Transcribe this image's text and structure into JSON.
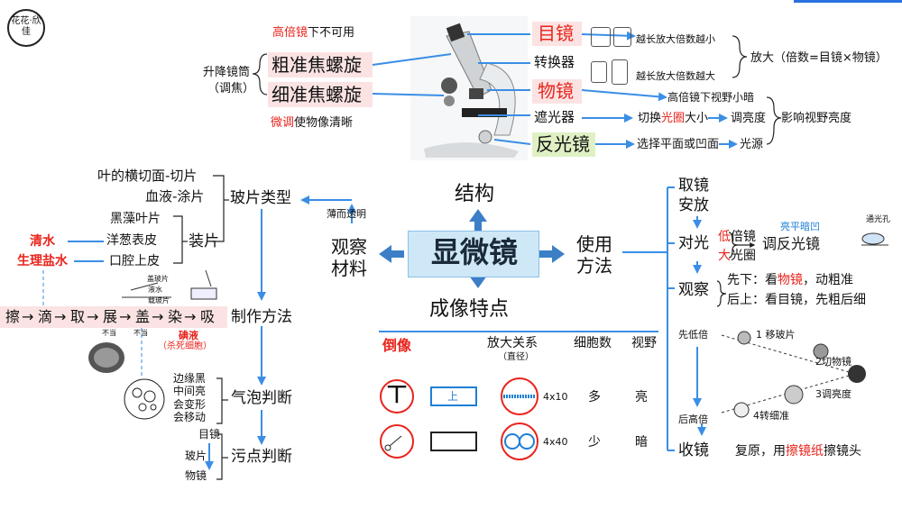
{
  "colors": {
    "accent_blue": "#1f7fd6",
    "accent_red": "#e8241c",
    "pink_box": "#fbe3e3",
    "green_box": "#dff1c4",
    "center_box": "#cfe8f8"
  },
  "logo": {
    "text": "花花·欣佳"
  },
  "center": {
    "title": "显微镜",
    "structure": "结构",
    "observe_material": "观察材料",
    "usage": "使用方法",
    "imaging": "成像特点"
  },
  "structure": {
    "high_power": "高倍镜",
    "high_power_note": "下不可用",
    "coarse": "粗准焦螺旋",
    "fine": "细准焦螺旋",
    "lift": "升降镜筒",
    "focus": "（调焦）",
    "fine_adjust": "微调",
    "fine_adjust_note": "使物像清晰",
    "eyepiece": "目镜",
    "converter": "转换器",
    "objective": "物镜",
    "diaphragm": "遮光器",
    "mirror": "反光镜",
    "eyepiece_note": "越长放大倍数越小",
    "objective_note": "越长放大倍数越大",
    "magnification": "放大（倍数=目镜×物镜）",
    "high_view": "高倍镜下视野小暗",
    "switch_aperture_pre": "切换",
    "switch_aperture_red": "光圈",
    "switch_aperture_post": "大小",
    "adjust_brightness": "调亮度",
    "affect": "影响视野亮度",
    "choose_mirror": "选择平面或凹面",
    "light_source": "光源"
  },
  "material": {
    "slide_types": "玻片类型",
    "transparent": "薄而透明",
    "leaf": "叶的横切面-切片",
    "blood": "血液-涂片",
    "hydrilla": "黑藻叶片",
    "onion": "洋葱表皮",
    "cheek": "口腔上皮",
    "mount": "装片",
    "water": "清水",
    "saline": "生理盐水",
    "steps": [
      "擦",
      "滴",
      "取",
      "展",
      "盖",
      "染",
      "吸"
    ],
    "method": "制作方法",
    "coverslip": "盖玻片",
    "water_drop": "液水",
    "slide": "载玻片",
    "not_clean1": "不当",
    "not_clean2": "不当",
    "iodine": "碘液",
    "kill": "（杀死细胞）",
    "bubble_desc": [
      "边缘黑",
      "中间亮",
      "会变形",
      "会移动"
    ],
    "bubble": "气泡判断",
    "stain_items": [
      "目镜",
      "玻片",
      "物镜"
    ],
    "stain": "污点判断"
  },
  "usage": {
    "take": "取镜",
    "place": "安放",
    "align": "对光",
    "low_red": "低",
    "low_rest": "倍镜",
    "big_red": "大",
    "big_rest": "光圈",
    "adjust_mirror": "调反光镜",
    "bright_circle": "亮平暗凹",
    "pass_hole": "通光孔",
    "observe": "观察",
    "first": "先下：看",
    "first_red": "物镜",
    "first_post": "，动粗准",
    "then": "后上：看目镜，先粗后细",
    "first_low": "先低倍",
    "then_high": "后高倍",
    "steps": [
      "1 移玻片",
      "2切物镜",
      "3调亮度",
      "4转细准"
    ],
    "put_away": "收镜",
    "restore_pre": "复原，用",
    "restore_red": "擦镜纸",
    "restore_post": "擦镜头"
  },
  "imaging": {
    "inverted": "倒像",
    "magnify": "放大关系",
    "diameter": "（直径）",
    "cells": "细胞数",
    "view": "视野",
    "char_upright": "上",
    "char_inverted": "丅",
    "mag1": "4x10",
    "mag2": "4x40",
    "many": "多",
    "few": "少",
    "bright": "亮",
    "dark": "暗"
  }
}
